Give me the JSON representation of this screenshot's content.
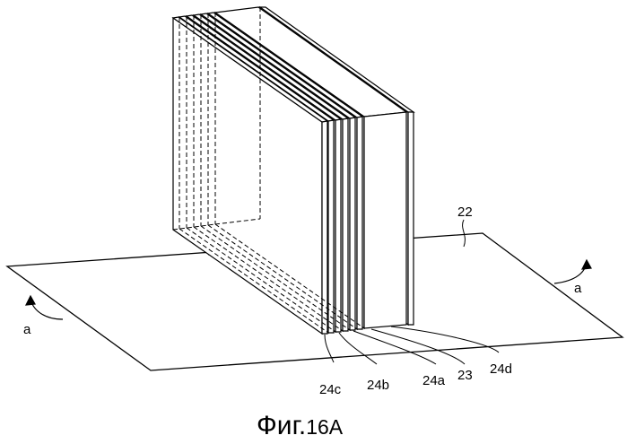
{
  "figure": {
    "caption_prefix": "Фиг.",
    "caption_number": "16A",
    "labels": {
      "sheet": "22",
      "arrow_left": "a",
      "arrow_right": "a",
      "layer_c": "24c",
      "layer_b": "24b",
      "layer_a": "24a",
      "layer_23": "23",
      "layer_d": "24d"
    }
  }
}
